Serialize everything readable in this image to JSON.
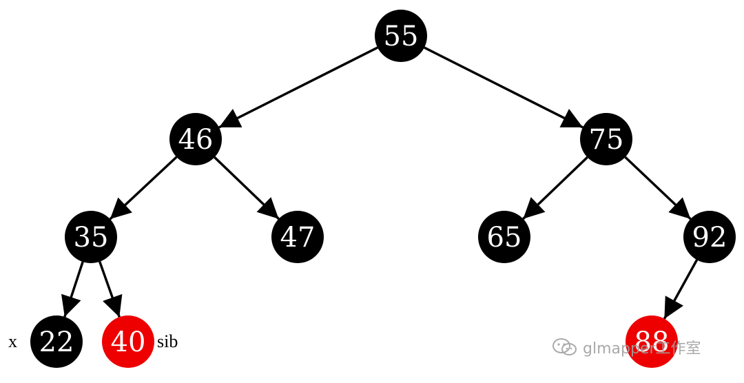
{
  "colors": {
    "black_node": "#000000",
    "red_node": "#ee0000",
    "edge": "#000000",
    "node_text": "#ffffff"
  },
  "nodes": [
    {
      "id": "n55",
      "label": "55",
      "color": "black"
    },
    {
      "id": "n46",
      "label": "46",
      "color": "black"
    },
    {
      "id": "n75",
      "label": "75",
      "color": "black"
    },
    {
      "id": "n35",
      "label": "35",
      "color": "black"
    },
    {
      "id": "n47",
      "label": "47",
      "color": "black"
    },
    {
      "id": "n65",
      "label": "65",
      "color": "black"
    },
    {
      "id": "n92",
      "label": "92",
      "color": "black"
    },
    {
      "id": "n22",
      "label": "22",
      "color": "black"
    },
    {
      "id": "n40",
      "label": "40",
      "color": "red"
    },
    {
      "id": "n88",
      "label": "88",
      "color": "red"
    }
  ],
  "edges": [
    [
      "n55",
      "n46"
    ],
    [
      "n55",
      "n75"
    ],
    [
      "n46",
      "n35"
    ],
    [
      "n46",
      "n47"
    ],
    [
      "n75",
      "n65"
    ],
    [
      "n75",
      "n92"
    ],
    [
      "n35",
      "n22"
    ],
    [
      "n35",
      "n40"
    ],
    [
      "n92",
      "n88"
    ]
  ],
  "annotations": {
    "x_label": "x",
    "sib_label": "sib"
  },
  "watermark": {
    "icon": "wechat-icon",
    "text": "glmapper工作室"
  }
}
